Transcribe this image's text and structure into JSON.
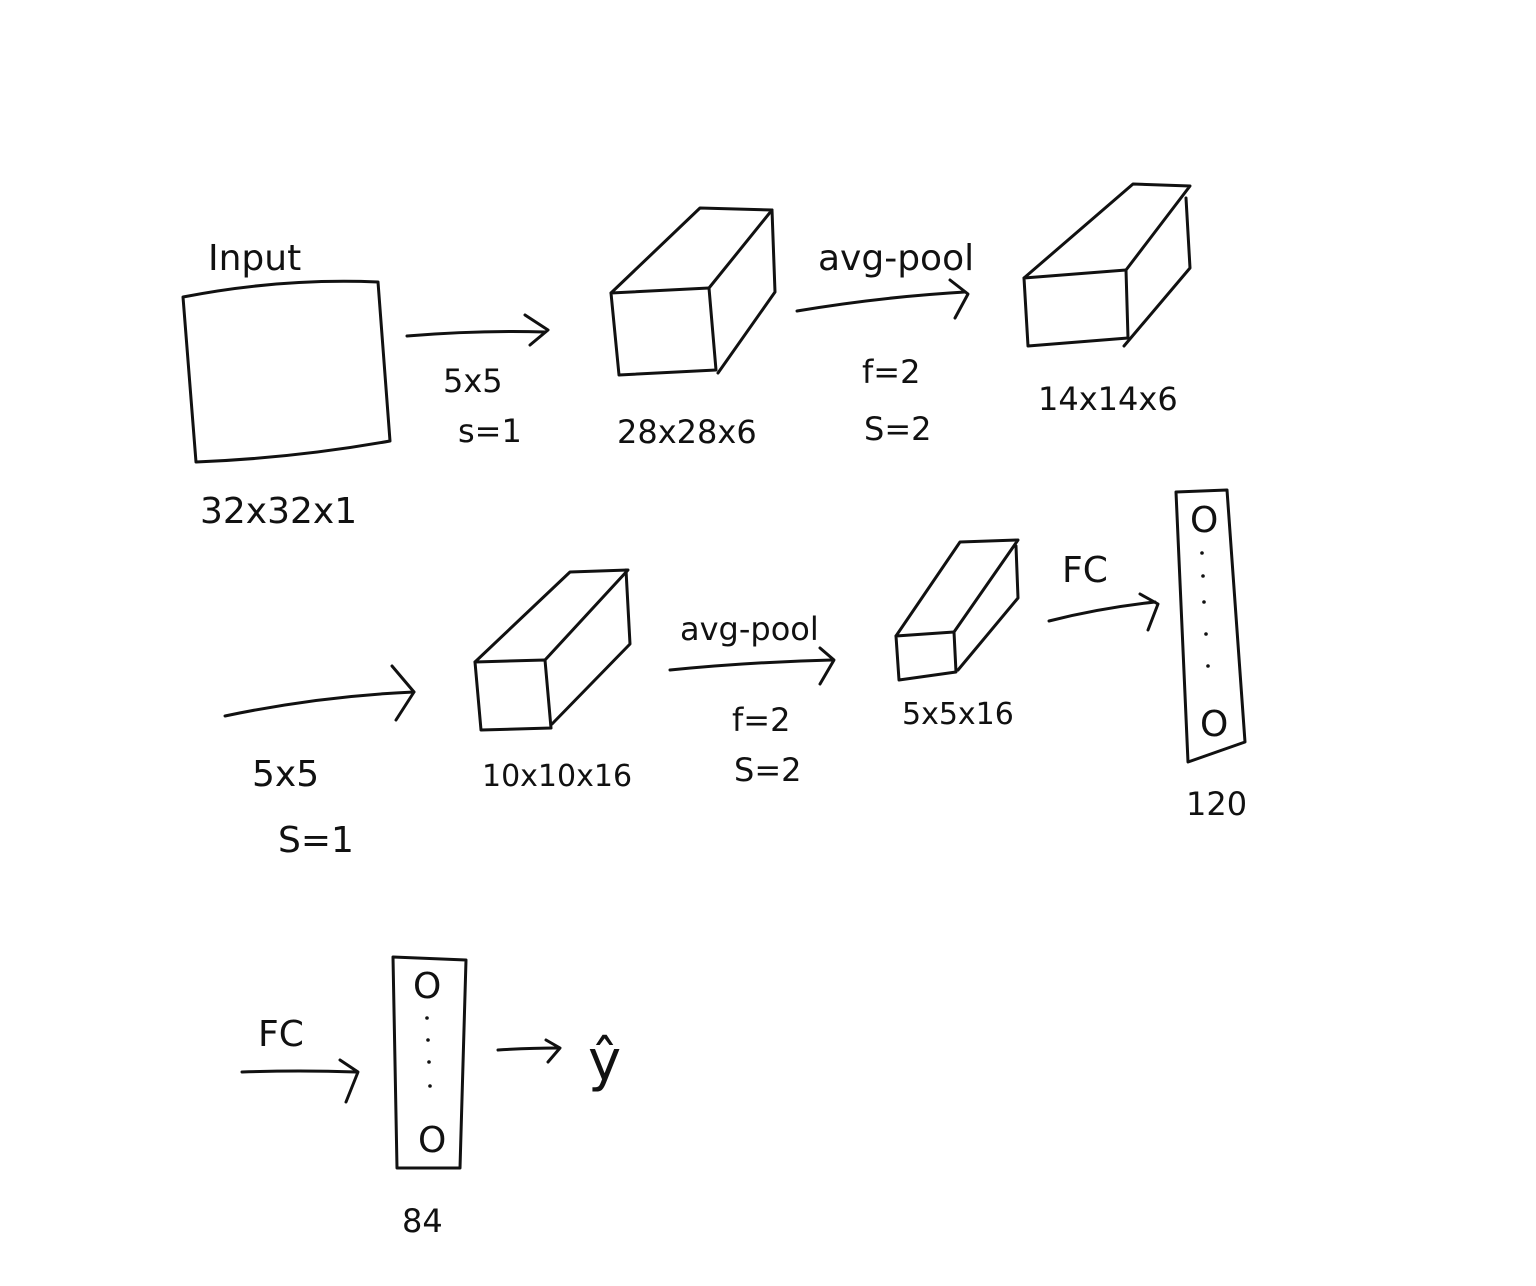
{
  "diagram": {
    "input_title": "Input",
    "input_dims": "32x32x1",
    "conv1": {
      "kernel": "5x5",
      "stride": "s=1"
    },
    "layer1_dims": "28x28x6",
    "pool1": {
      "op": "avg-pool",
      "f": "f=2",
      "s": "S=2"
    },
    "layer2_dims": "14x14x6",
    "conv2": {
      "kernel": "5x5",
      "stride": "S=1"
    },
    "layer3_dims": "10x10x16",
    "pool2": {
      "op": "avg-pool",
      "f": "f=2",
      "s": "S=2"
    },
    "layer4_dims": "5x5x16",
    "fc1": {
      "label": "FC",
      "size": "120"
    },
    "fc2": {
      "label": "FC",
      "size": "84"
    },
    "node_symbol": "O",
    "output": "ŷ"
  }
}
